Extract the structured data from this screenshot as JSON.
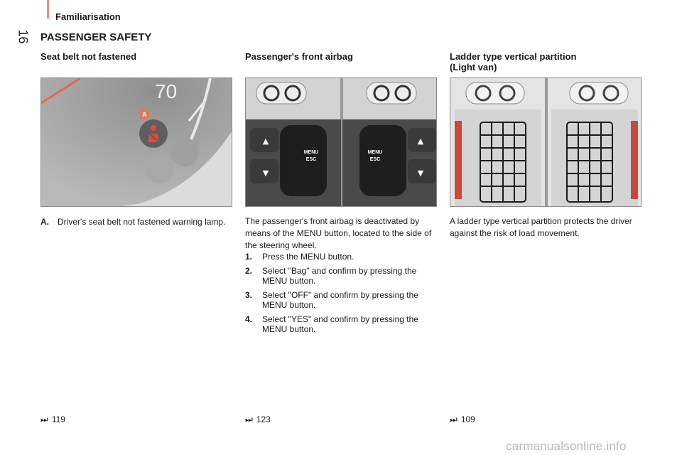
{
  "header": {
    "section": "Familiarisation",
    "page_number": "16",
    "title": "PASSENGER SAFETY"
  },
  "col1": {
    "heading": "Seat belt not fastened",
    "figure_badge": "A",
    "figure_speed": "70",
    "caption_key": "A.",
    "caption_text": "Driver's seat belt not fastened warning lamp.",
    "ref": "119"
  },
  "col2": {
    "heading": "Passenger's front airbag",
    "figure_menu": "MENU",
    "figure_esc": "ESC",
    "body": "The passenger's front airbag is deactivated by means of the MENU button, located to the side of the steering wheel.",
    "steps": [
      {
        "key": "1.",
        "text": "Press the MENU button."
      },
      {
        "key": "2.",
        "text": "Select \"Bag\" and confirm by pressing the MENU button."
      },
      {
        "key": "3.",
        "text": "Select \"OFF\" and confirm by pressing the MENU button."
      },
      {
        "key": "4.",
        "text": "Select \"YES\" and confirm by pressing the MENU button."
      }
    ],
    "ref": "123"
  },
  "col3": {
    "heading_line1": "Ladder type vertical partition",
    "heading_line2": "(Light van)",
    "body": "A ladder type vertical partition protects the driver against the risk of load movement.",
    "ref": "109"
  },
  "ref_arrow": "⏭",
  "watermark": "carmanualsonline.info"
}
